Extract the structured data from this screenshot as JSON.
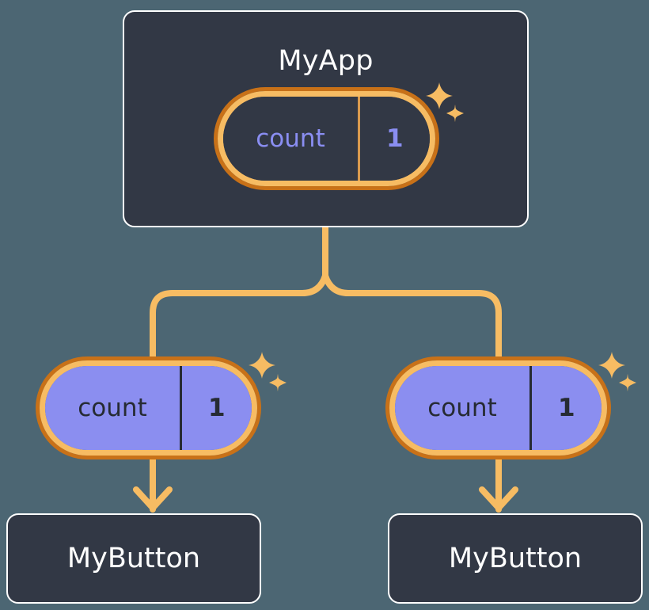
{
  "diagram": {
    "type": "component-state-propagation-tree",
    "background_color": "#4c6673"
  },
  "root_component": {
    "name": "MyApp",
    "title": "MyApp",
    "card_color": "#323845",
    "border_color": "#ffffff",
    "state": {
      "key": "count",
      "value": "1",
      "key_label": "count",
      "value_label": "1",
      "text_color": "#8a8ef2",
      "fill": "transparent",
      "ring_outer_color": "#c87118",
      "ring_inner_color": "#f7bc63",
      "sparkle_icon": "sparkle-icon"
    }
  },
  "children": [
    {
      "name": "MyButton",
      "title": "MyButton",
      "card_color": "#323845",
      "border_color": "#ffffff",
      "state": {
        "key": "count",
        "value": "1",
        "key_label": "count",
        "value_label": "1",
        "text_color": "#262b33",
        "fill": "#8b8ef0",
        "ring_outer_color": "#c87118",
        "ring_inner_color": "#f7bc63",
        "sparkle_icon": "sparkle-icon"
      }
    },
    {
      "name": "MyButton",
      "title": "MyButton",
      "card_color": "#323845",
      "border_color": "#ffffff",
      "state": {
        "key": "count",
        "value": "1",
        "key_label": "count",
        "value_label": "1",
        "text_color": "#262b33",
        "fill": "#8b8ef0",
        "ring_outer_color": "#c87118",
        "ring_inner_color": "#f7bc63",
        "sparkle_icon": "sparkle-icon"
      }
    }
  ],
  "connectors": {
    "color": "#f7bc63",
    "stroke_width": 8,
    "branch_icon": "tree-branch-connector",
    "arrow_icon": "arrow-down-icon"
  }
}
